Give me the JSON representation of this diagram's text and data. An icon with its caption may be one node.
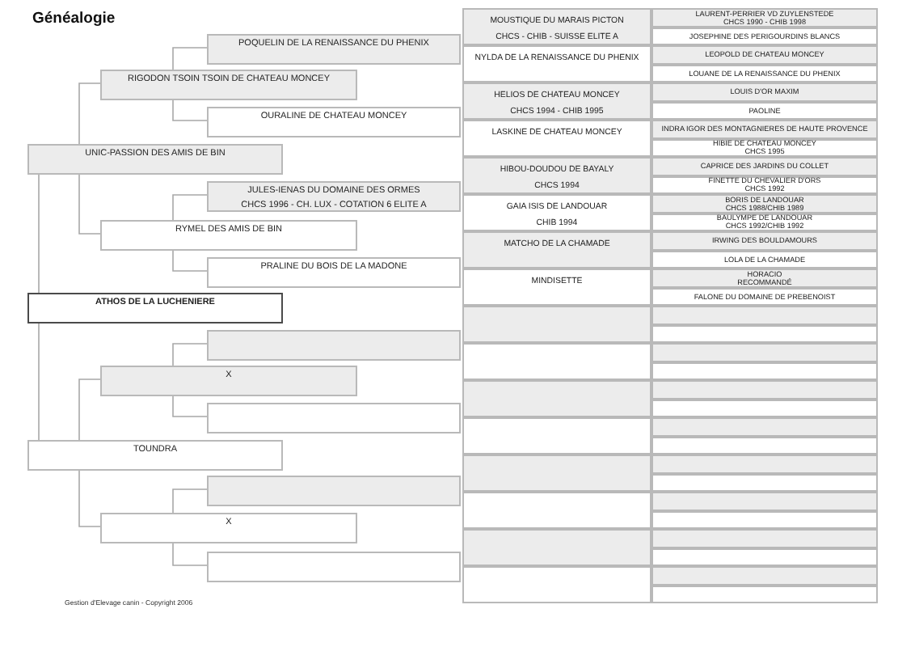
{
  "diagram": {
    "title": "Généalogie",
    "nodes": [
      {
        "text": [
          "ATHOS DE LA LUCHENIERE"
        ]
      },
      {
        "text": [
          "UNIC-PASSION DES AMIS DE BIN"
        ]
      },
      {
        "text": [
          "TOUNDRA"
        ]
      },
      {
        "text": [
          "RIGODON TSOIN TSOIN DE CHATEAU MONCEY"
        ]
      },
      {
        "text": [
          "RYMEL DES AMIS DE BIN"
        ]
      },
      {
        "text": [
          "X"
        ]
      },
      {
        "text": [
          "X"
        ]
      },
      {
        "text": [
          "POQUELIN DE LA RENAISSANCE DU PHENIX"
        ]
      },
      {
        "text": [
          "OURALINE DE CHATEAU MONCEY"
        ]
      },
      {
        "text": [
          "JULES-IENAS DU DOMAINE DES ORMES",
          "CHCS 1996 - CH. LUX - COTATION 6 ELITE A"
        ]
      },
      {
        "text": [
          "PRALINE DU BOIS DE LA MADONE"
        ]
      },
      {
        "text": [],
        "shape": "box"
      },
      {
        "text": [],
        "shape": "box"
      },
      {
        "text": [],
        "shape": "box"
      },
      {
        "text": [],
        "shape": "box"
      },
      {
        "text": [
          "MOUSTIQUE DU MARAIS PICTON",
          "CHCS - CHIB - SUISSE ELITE A"
        ]
      },
      {
        "text": [
          "NYLDA DE LA RENAISSANCE DU PHENIX"
        ]
      },
      {
        "text": [
          "HELIOS DE CHATEAU MONCEY",
          "CHCS 1994 - CHIB 1995"
        ]
      },
      {
        "text": [
          "LASKINE DE CHATEAU MONCEY"
        ]
      },
      {
        "text": [
          "HIBOU-DOUDOU DE BAYALY",
          "CHCS 1994"
        ]
      },
      {
        "text": [
          "GAIA ISIS DE LANDOUAR",
          "CHIB 1994"
        ]
      },
      {
        "text": [
          "MATCHO DE LA CHAMADE"
        ]
      },
      {
        "text": [
          "MINDISETTE"
        ]
      },
      {
        "text": [],
        "shape": "box"
      },
      {
        "text": [],
        "shape": "box"
      },
      {
        "text": [],
        "shape": "box"
      },
      {
        "text": [],
        "shape": "box"
      },
      {
        "text": [],
        "shape": "box"
      },
      {
        "text": [],
        "shape": "box"
      },
      {
        "text": [],
        "shape": "box"
      },
      {
        "text": [],
        "shape": "box"
      },
      {
        "text": [
          "LAURENT-PERRIER VD ZUYLENSTEDE",
          "CHCS 1990 - CHIB 1998"
        ]
      },
      {
        "text": [
          "JOSEPHINE DES PERIGOURDINS BLANCS"
        ]
      },
      {
        "text": [
          "LEOPOLD DE CHATEAU MONCEY"
        ]
      },
      {
        "text": [
          "LOUANE DE LA RENAISSANCE DU PHENIX"
        ]
      },
      {
        "text": [
          "LOUIS D'OR MAXIM"
        ]
      },
      {
        "text": [
          "PAOLINE"
        ]
      },
      {
        "text": [
          "INDRA IGOR DES MONTAGNIERES DE HAUTE PROVENCE"
        ]
      },
      {
        "text": [
          "HIBIE DE CHATEAU MONCEY",
          "CHCS 1995"
        ]
      },
      {
        "text": [
          "CAPRICE DES JARDINS DU COLLET"
        ]
      },
      {
        "text": [
          "FINETTE DU CHEVALIER D'ORS",
          "CHCS 1992"
        ]
      },
      {
        "text": [
          "BORIS DE LANDOUAR",
          "CHCS 1988/CHIB 1989"
        ]
      },
      {
        "text": [
          "BAULYMPE DE LANDOUAR",
          "CHCS 1992/CHIB 1992"
        ]
      },
      {
        "text": [
          "IRWING DES BOULDAMOURS"
        ]
      },
      {
        "text": [
          "LOLA DE LA CHAMADE"
        ]
      },
      {
        "text": [
          "HORACIO",
          "RECOMMANDÉ"
        ]
      },
      {
        "text": [
          "FALONE DU DOMAINE DE PREBENOIST"
        ]
      },
      {
        "text": [],
        "shape": "box"
      },
      {
        "text": [],
        "shape": "box"
      },
      {
        "text": [],
        "shape": "box"
      },
      {
        "text": [],
        "shape": "box"
      },
      {
        "text": [],
        "shape": "box"
      },
      {
        "text": [],
        "shape": "box"
      },
      {
        "text": [],
        "shape": "box"
      },
      {
        "text": [],
        "shape": "box"
      },
      {
        "text": [],
        "shape": "box"
      },
      {
        "text": [],
        "shape": "box"
      },
      {
        "text": [],
        "shape": "box"
      },
      {
        "text": [],
        "shape": "box"
      },
      {
        "text": [],
        "shape": "box"
      },
      {
        "text": [],
        "shape": "box"
      },
      {
        "text": [],
        "shape": "box"
      },
      {
        "text": [],
        "shape": "box"
      }
    ],
    "edges": [
      {
        "from": 0,
        "to": 1,
        "arrow": "none"
      },
      {
        "from": 0,
        "to": 2,
        "arrow": "none"
      },
      {
        "from": 1,
        "to": 3,
        "arrow": "none"
      },
      {
        "from": 1,
        "to": 4,
        "arrow": "none"
      },
      {
        "from": 2,
        "to": 5,
        "arrow": "none"
      },
      {
        "from": 2,
        "to": 6,
        "arrow": "none"
      },
      {
        "from": 3,
        "to": 7,
        "arrow": "none"
      },
      {
        "from": 3,
        "to": 8,
        "arrow": "none"
      },
      {
        "from": 4,
        "to": 9,
        "arrow": "none"
      },
      {
        "from": 4,
        "to": 10,
        "arrow": "none"
      },
      {
        "from": 5,
        "to": 11,
        "arrow": "none"
      },
      {
        "from": 5,
        "to": 12,
        "arrow": "none"
      },
      {
        "from": 6,
        "to": 13,
        "arrow": "none"
      },
      {
        "from": 6,
        "to": 14,
        "arrow": "none"
      }
    ],
    "labels": [
      "Gestion d'Elevage canin - Copyright 2006"
    ]
  }
}
